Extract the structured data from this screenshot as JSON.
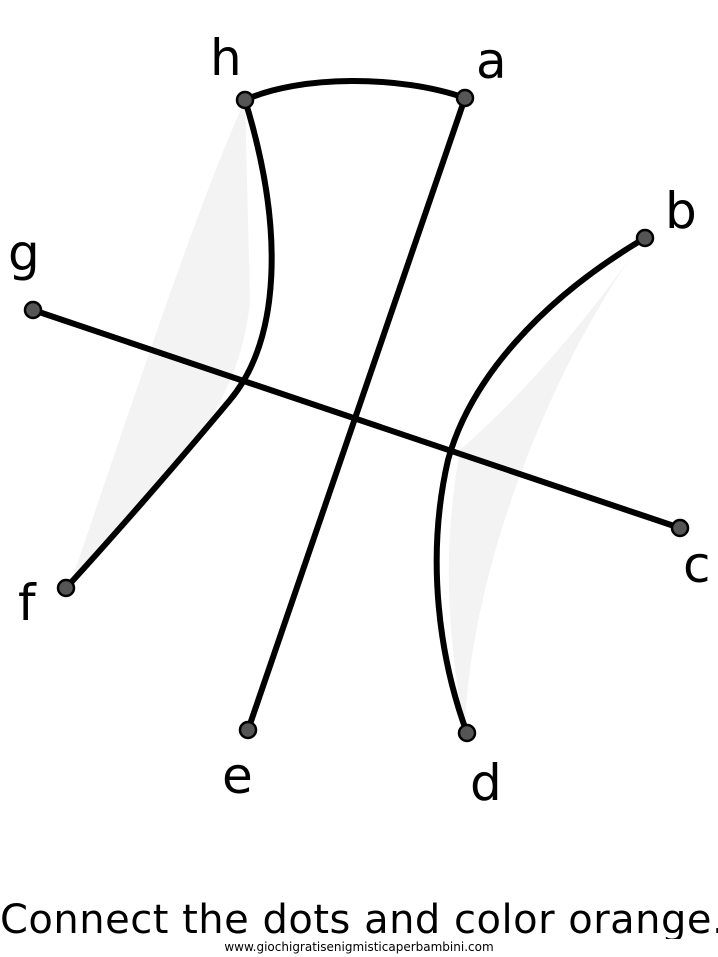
{
  "dots": [
    {
      "id": "h",
      "label": "h"
    },
    {
      "id": "a",
      "label": "a"
    },
    {
      "id": "b",
      "label": "b"
    },
    {
      "id": "g",
      "label": "g"
    },
    {
      "id": "c",
      "label": "c"
    },
    {
      "id": "f",
      "label": "f"
    },
    {
      "id": "e",
      "label": "e"
    },
    {
      "id": "d",
      "label": "d"
    }
  ],
  "connections": [
    [
      "h",
      "a"
    ],
    [
      "a",
      "e"
    ],
    [
      "g",
      "c"
    ],
    [
      "h",
      "f"
    ],
    [
      "b",
      "d"
    ]
  ],
  "instruction": "Connect the dots and color orange.",
  "website": "www.giochigratisenigmisticaperbambini.com",
  "colors": {
    "line": "#000000",
    "dot_fill": "#555555",
    "shading": "#f2f2f2"
  }
}
